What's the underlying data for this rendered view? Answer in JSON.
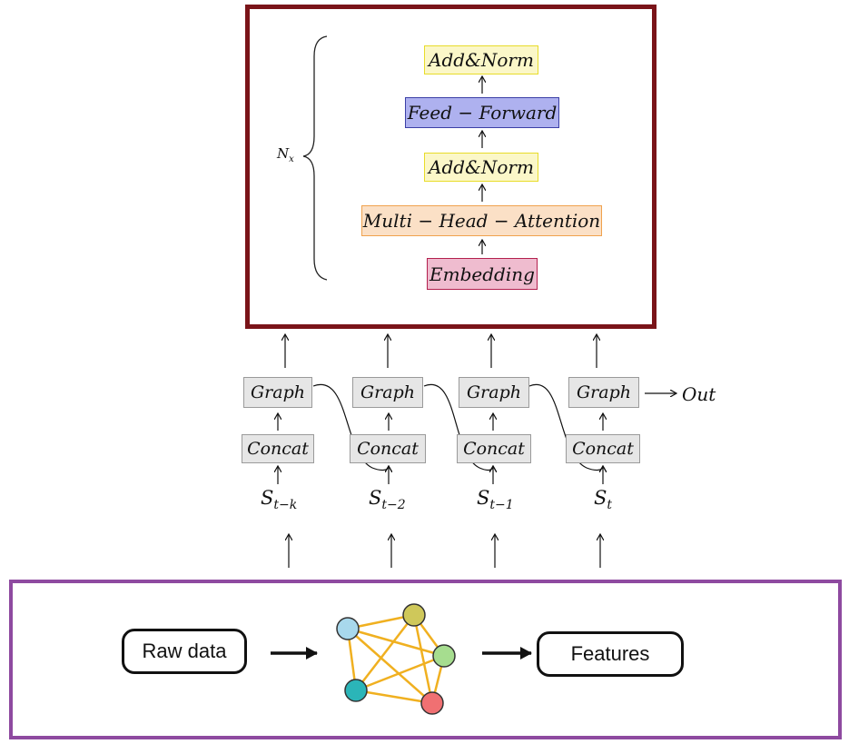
{
  "encoder_stack": {
    "repeat_label": "N",
    "repeat_label_sub": "x",
    "layers": [
      "Add&Norm",
      "Feed − Forward",
      "Add&Norm",
      "Multi − Head − Attention",
      "Embedding"
    ]
  },
  "sequence": {
    "graph_label": "Graph",
    "concat_label": "Concat",
    "output_label": "Out",
    "states": [
      {
        "base": "S",
        "sub": "t−k"
      },
      {
        "base": "S",
        "sub": "t−2"
      },
      {
        "base": "S",
        "sub": "t−1"
      },
      {
        "base": "S",
        "sub": "t"
      }
    ]
  },
  "pipeline": {
    "input_label": "Raw data",
    "output_label": "Features",
    "node_colors": [
      "#a8d8ec",
      "#cfc85a",
      "#a6dd8f",
      "#2bb5b8",
      "#f07072"
    ],
    "edge_color": "#f0b020"
  }
}
